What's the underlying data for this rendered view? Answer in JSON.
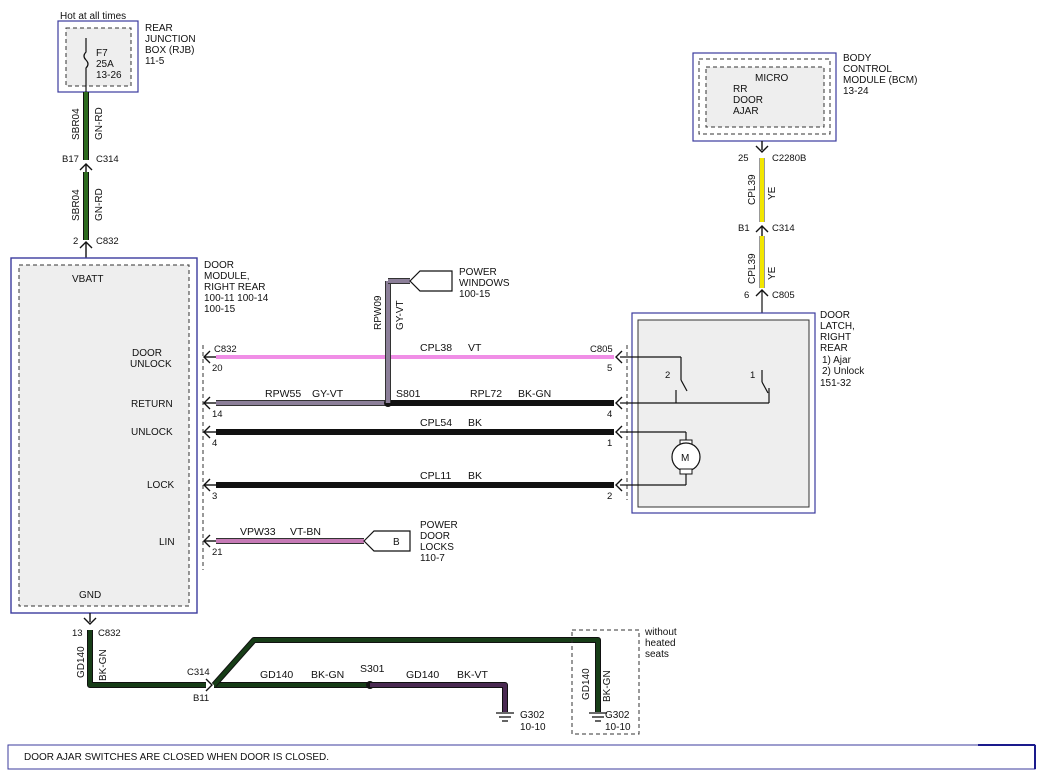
{
  "fuse": {
    "header": "Hot at all times",
    "name": "F7",
    "rating": "25A",
    "ref": "13-26",
    "box_label": [
      "REAR",
      "JUNCTION",
      "BOX (RJB)",
      "11-5"
    ]
  },
  "bcm": {
    "inner": [
      "MICRO",
      "RR",
      "DOOR",
      "AJAR"
    ],
    "label": [
      "BODY",
      "CONTROL",
      "MODULE (BCM)",
      "13-24"
    ]
  },
  "door_module": {
    "label": [
      "DOOR",
      "MODULE,",
      "RIGHT REAR",
      "100-11  100-14",
      "100-15"
    ],
    "vbatt": "VBATT",
    "gnd": "GND",
    "pins": {
      "door_unlock": [
        "DOOR",
        "UNLOCK"
      ],
      "return": "RETURN",
      "unlock": "UNLOCK",
      "lock": "LOCK",
      "lin": "LIN"
    }
  },
  "latch": {
    "label": [
      "DOOR",
      "LATCH,",
      "RIGHT",
      "REAR",
      "1) Ajar",
      "2) Unlock",
      "151-32"
    ],
    "switch1": "1",
    "switch2": "2",
    "motor": "M"
  },
  "power_windows": {
    "label": [
      "POWER",
      "WINDOWS",
      "100-15"
    ]
  },
  "power_door_locks": {
    "tag": "B",
    "label": [
      "POWER",
      "DOOR",
      "LOCKS",
      "110-7"
    ]
  },
  "wires": {
    "sbr04_top": {
      "circuit": "SBR04",
      "color": "GN-RD"
    },
    "sbr04_bottom": {
      "circuit": "SBR04",
      "color": "GN-RD"
    },
    "cpl39_top": {
      "circuit": "CPL39",
      "color": "YE"
    },
    "cpl39_bottom": {
      "circuit": "CPL39",
      "color": "YE"
    },
    "rpw09": {
      "circuit": "RPW09",
      "color": "GY-VT"
    },
    "cpl38": {
      "circuit": "CPL38",
      "color": "VT"
    },
    "rpw55": {
      "circuit": "RPW55",
      "color": "GY-VT"
    },
    "rpl72": {
      "circuit": "RPL72",
      "color": "BK-GN"
    },
    "cpl54": {
      "circuit": "CPL54",
      "color": "BK"
    },
    "cpl11": {
      "circuit": "CPL11",
      "color": "BK"
    },
    "vpw33": {
      "circuit": "VPW33",
      "color": "VT-BN"
    },
    "gd140_vertical": {
      "circuit": "GD140",
      "color": "BK-GN"
    },
    "gd140_a": {
      "circuit": "GD140",
      "color": "BK-GN"
    },
    "gd140_b": {
      "circuit": "GD140",
      "color": "BK-VT"
    },
    "gd140_right": {
      "circuit": "GD140",
      "color": "BK-GN"
    }
  },
  "connectors": {
    "b17": "B17",
    "c314_top": "C314",
    "p2": "2",
    "c832_top": "C832",
    "p25": "25",
    "c2280b": "C2280B",
    "b1": "B1",
    "c314_right": "C314",
    "p6": "6",
    "c805_top": "C805",
    "c832_left": "C832",
    "c805_right": "C805",
    "p20": "20",
    "p5": "5",
    "p14": "14",
    "p4r": "4",
    "p4l": "4",
    "p1": "1",
    "p3": "3",
    "p2r": "2",
    "p21": "21",
    "p13": "13",
    "c832_bottom": "C832",
    "c314_bottom": "C314",
    "b11": "B11"
  },
  "splices": {
    "s801": "S801",
    "s301": "S301"
  },
  "grounds": {
    "g302_a": {
      "name": "G302",
      "ref": "10-10"
    },
    "g302_b": {
      "name": "G302",
      "ref": "10-10"
    }
  },
  "without_heated_seats": [
    "without",
    "heated",
    "seats"
  ],
  "footer_note": "DOOR AJAR SWITCHES ARE CLOSED WHEN DOOR IS CLOSED.",
  "colors": {
    "gn_rd": "#2d6a1e",
    "ye": "#f2e600",
    "vt": "#f08ee6",
    "gy_vt": "#8c7f99",
    "bk": "#111111",
    "bk_gn": "#173d17",
    "bk_vt": "#4a2a52",
    "vt_bn": "#c67ab6",
    "module_border": "#3b3b9e",
    "module_fill": "#f0f0f0"
  }
}
